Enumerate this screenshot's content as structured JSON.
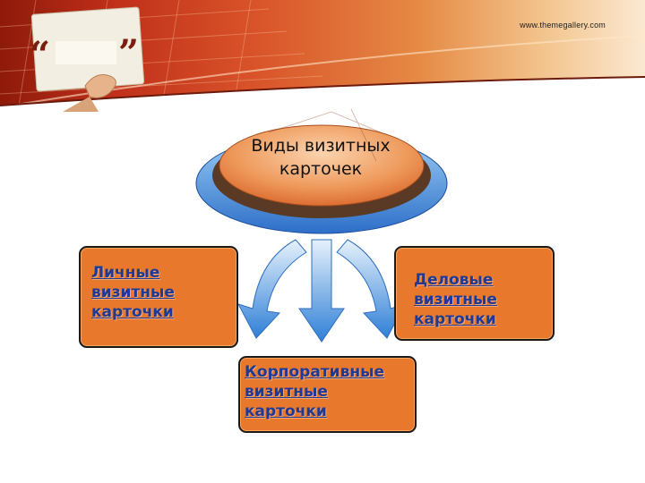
{
  "header": {
    "url": "www.themegallery.com",
    "quote_open": "“",
    "quote_close": "”"
  },
  "center": {
    "line1": "Виды визитных",
    "line2": "карточек"
  },
  "boxes": {
    "personal": {
      "line1": "Личные",
      "line2": "визитные",
      "line3": "карточки"
    },
    "business": {
      "line1": "Деловые",
      "line2": "визитные",
      "line3": "карточки"
    },
    "corporate": {
      "line1": "Корпоративные",
      "line2": "визитные",
      "line3": "карточки"
    }
  },
  "colors": {
    "box_fill": "#e8792c",
    "text_blue": "#1f3a96",
    "arrow_blue": "#3f8fe0",
    "header_red": "#c0301a"
  },
  "icons": [
    "hand-holding-card-icon",
    "arrow-left-curve-icon",
    "arrow-down-icon",
    "arrow-right-curve-icon"
  ]
}
